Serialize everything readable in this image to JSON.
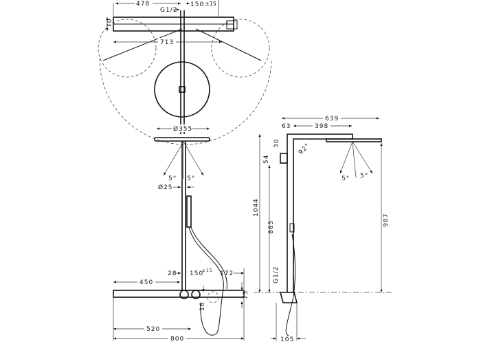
{
  "top_view": {
    "width_478": "478",
    "thread": "G1/2",
    "spacing": "150",
    "spacing_tol": "±15",
    "height_70": "70",
    "swing_713": "713"
  },
  "front_view": {
    "head_diameter": "Ø355",
    "angle_left": "5°",
    "angle_right": "5°",
    "pipe_diameter": "Ø25",
    "offset_28": "28",
    "spacing": "150",
    "spacing_tol": "±15",
    "dim_172": "172",
    "dim_450": "450",
    "dim_520": "520",
    "dim_800": "800",
    "dim_75": "75",
    "dim_16": "16"
  },
  "side_view": {
    "dim_639": "639",
    "dim_63": "63",
    "dim_398": "398",
    "dim_30": "30",
    "dim_54": "54",
    "angle_92": "92°",
    "angle_left": "5°",
    "angle_right": "5°",
    "dim_1044": "1044",
    "dim_865": "865",
    "dim_987": "987",
    "thread": "G1/2",
    "dim_105": "105"
  }
}
